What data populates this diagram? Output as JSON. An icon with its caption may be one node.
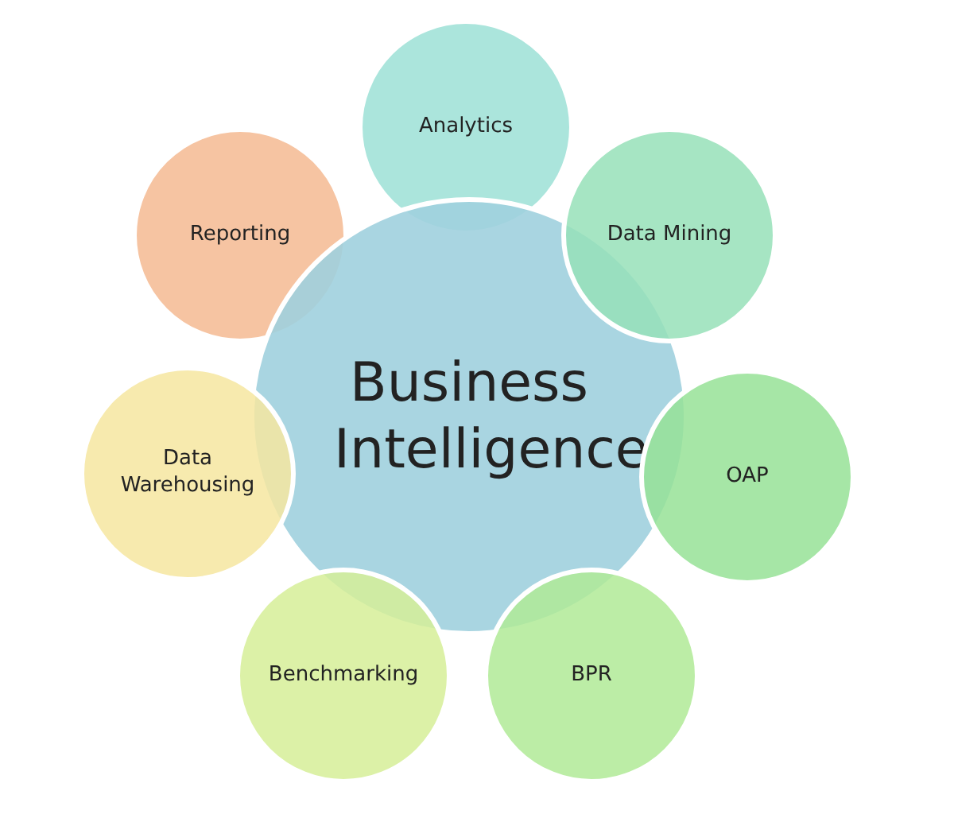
{
  "diagram": {
    "nodes": [
      {
        "text": [
          "Business Intelligence"
        ]
      },
      {
        "text": [
          "Analytics"
        ]
      },
      {
        "text": [
          "Data Mining"
        ]
      },
      {
        "text": [
          "OAP"
        ]
      },
      {
        "text": [
          "BPR"
        ]
      },
      {
        "text": [
          "Benchmarking"
        ]
      },
      {
        "text": [
          "Data Warehousing"
        ]
      },
      {
        "text": [
          "Reporting"
        ]
      }
    ],
    "edges": []
  }
}
